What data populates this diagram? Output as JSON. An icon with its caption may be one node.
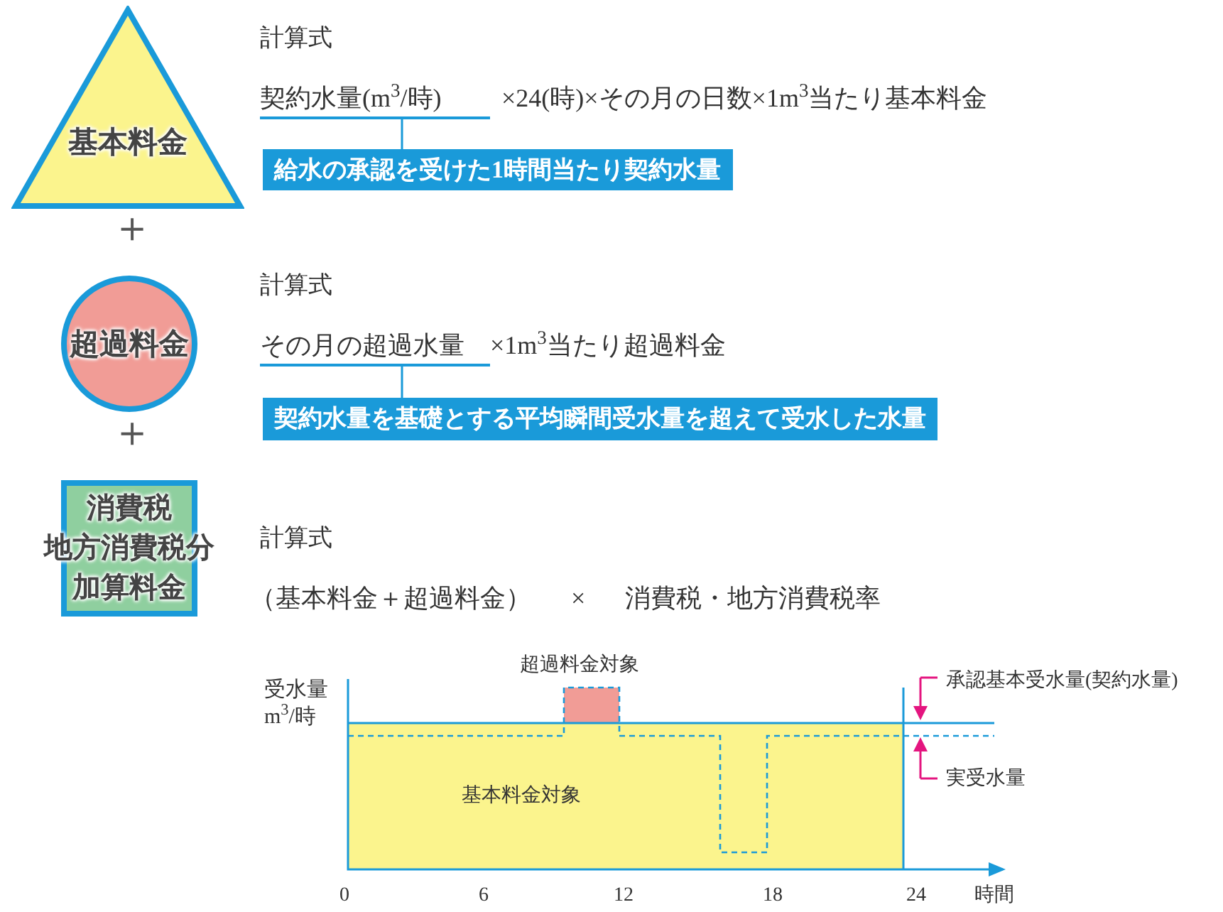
{
  "diagram": {
    "nodes": [
      {
        "text": [
          "基本料金"
        ]
      },
      {
        "text": [
          "超過料金"
        ]
      },
      {
        "text": [
          "消費税",
          "地方消費税分",
          "加算料金"
        ]
      },
      {
        "text": [
          "契約水量(m$^{3}$/時)"
        ]
      },
      {
        "text": [
          "給水の承認を受けた1時間当たり契約水量"
        ]
      },
      {
        "text": [
          "その月の超過水量"
        ]
      },
      {
        "text": [
          "契約水量を基礎とする平均瞬間受水量を超えて受水した水量"
        ]
      }
    ],
    "edges": [
      {
        "from": 3,
        "to": 4,
        "arrow": "none"
      },
      {
        "from": 5,
        "to": 6,
        "arrow": "none"
      }
    ],
    "labels": [
      "計算式",
      "×24(時)×その月の日数×1m$^{3}$当たり基本料金",
      "＋",
      "計算式",
      "×1m$^{3}$当たり超過料金",
      "＋",
      "計算式",
      "（基本料金＋超過料金）",
      "×",
      "消費税・地方消費税率",
      "超過料金対象",
      "受水量 m$^{3}$/時",
      "承認基本受水量(契約水量)",
      "実受水量",
      "基本料金対象",
      "0",
      "6",
      "12",
      "18",
      "24",
      "時間"
    ]
  }
}
